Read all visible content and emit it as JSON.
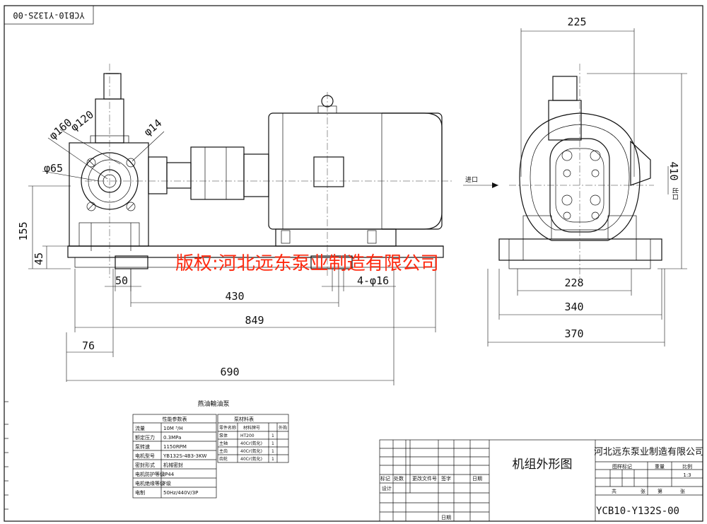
{
  "top_left_code": "YCB10-Y132S-00",
  "watermark": "版权:河北远东泵业制造有限公司",
  "dimensions": {
    "phi160": "φ160",
    "phi120": "φ120",
    "phi14": "φ14",
    "phi65": "φ65",
    "d155": "155",
    "d45": "45",
    "d50": "50",
    "d430": "430",
    "d849": "849",
    "d76": "76",
    "d690": "690",
    "holes": "4-φ16",
    "d225": "225",
    "d410": "410",
    "d228": "228",
    "d340": "340",
    "d370": "370",
    "inlet": "进口",
    "outlet": "出口"
  },
  "center_title": "燕油輸油泵",
  "perf_table": {
    "title": "性能参数表",
    "rows": [
      [
        "流量",
        "10M ³/H"
      ],
      [
        "额定压力",
        "0.3MPa"
      ],
      [
        "泵转速",
        "1150RPM"
      ],
      [
        "电机型号",
        "YB132S-4B3-3KW"
      ],
      [
        "密封形式",
        "机械密封"
      ],
      [
        "电机防护等级",
        "IP44"
      ],
      [
        "电机绝缘等级",
        "F级"
      ],
      [
        "电制",
        "50Hz/440V/3P"
      ]
    ]
  },
  "material_table": {
    "title": "泵材料表",
    "header": [
      "零件名称",
      "材料牌号",
      "",
      "外购"
    ],
    "rows": [
      [
        "泵体",
        "HT200",
        "1",
        ""
      ],
      [
        "主轴",
        "40Cr(氮化)",
        "1",
        ""
      ],
      [
        "主齿",
        "40Cr(氮化)",
        "1",
        ""
      ],
      [
        "齿轮",
        "40Cr(氮化)",
        "1",
        ""
      ]
    ]
  },
  "title_block": {
    "drawing_name": "机组外形图",
    "company": "河北远东泵业制造有限公司",
    "labels": {
      "mark": "标记",
      "count": "处数",
      "change_doc": "更改文件号",
      "sign": "签字",
      "date": "日期",
      "design": "设计",
      "date2": "日期",
      "stage_mark": "图样标记",
      "weight": "重量",
      "ratio": "比例",
      "scale": "1:3",
      "total": "共",
      "sheet": "张",
      "page": "第",
      "page_sheet": "张"
    },
    "drawing_no": "YCB10-Y132S-00"
  }
}
